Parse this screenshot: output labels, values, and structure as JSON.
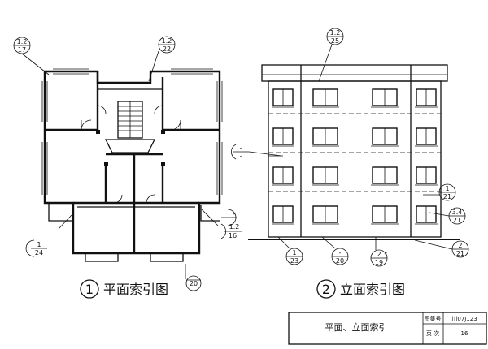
{
  "plan": {
    "caption_number": "1",
    "caption": "平面索引图",
    "callouts": {
      "top_left": {
        "top": "1.2",
        "bottom": "17"
      },
      "top_center": {
        "top": "1.2",
        "bottom": "22"
      },
      "right": {
        "top": "",
        "bottom": "-"
      },
      "right_detail": {
        "top": "1.2",
        "bottom": "16"
      },
      "bottom_left": {
        "top": "1",
        "bottom": "24"
      },
      "bottom_center": {
        "top": "",
        "bottom": "20"
      }
    }
  },
  "elevation": {
    "caption_number": "2",
    "caption": "立面索引图",
    "callouts": {
      "top": {
        "top": "1.2",
        "bottom": "25"
      },
      "left": {
        "top": "-",
        "bottom": "-"
      },
      "right1": {
        "top": "1",
        "bottom": "21"
      },
      "right2": {
        "top": "3.4",
        "bottom": "21"
      },
      "right3": {
        "top": "2",
        "bottom": "21"
      },
      "bottom1": {
        "top": "1",
        "bottom": "23"
      },
      "bottom2": {
        "top": "-",
        "bottom": "20"
      },
      "bottom3": {
        "top": "1.2.3",
        "bottom": "19"
      }
    }
  },
  "title_block": {
    "title": "平面、立面索引",
    "atlas_label": "图集号",
    "atlas_value": "川07J123",
    "page_label": "页  次",
    "page_value": "16"
  }
}
